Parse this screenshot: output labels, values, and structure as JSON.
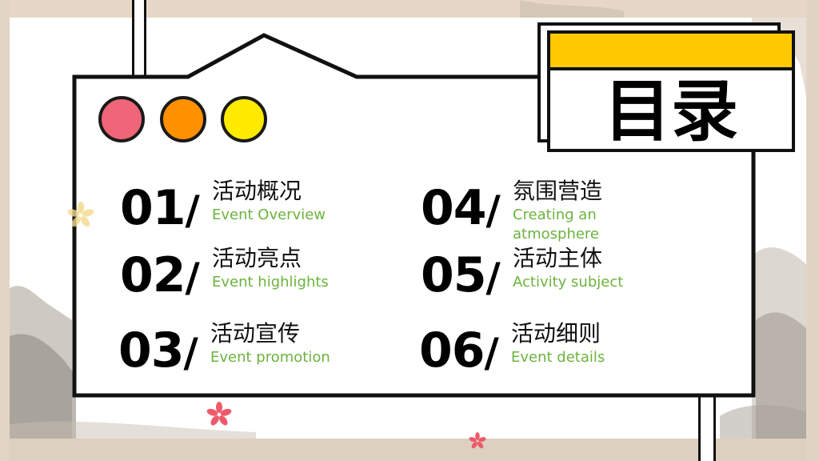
{
  "title": "目录",
  "colors": {
    "accent_yellow": "#ffc800",
    "dot_pink": "#ee6677",
    "dot_orange": "#ff9100",
    "dot_yellow": "#ffea00",
    "subtitle_green": "#6cb33e",
    "outline": "#111111"
  },
  "items": [
    {
      "num": "01",
      "slash": "/",
      "cn": "活动概况",
      "en": "Event Overview"
    },
    {
      "num": "02",
      "slash": "/",
      "cn": "活动亮点",
      "en": "Event highlights"
    },
    {
      "num": "03",
      "slash": "/",
      "cn": "活动宣传",
      "en": "Event promotion"
    },
    {
      "num": "04",
      "slash": "/",
      "cn": "氛围营造",
      "en": "Creating an atmosphere"
    },
    {
      "num": "05",
      "slash": "/",
      "cn": "活动主体",
      "en": "Activity subject"
    },
    {
      "num": "06",
      "slash": "/",
      "cn": "活动细则",
      "en": "Event details"
    }
  ]
}
